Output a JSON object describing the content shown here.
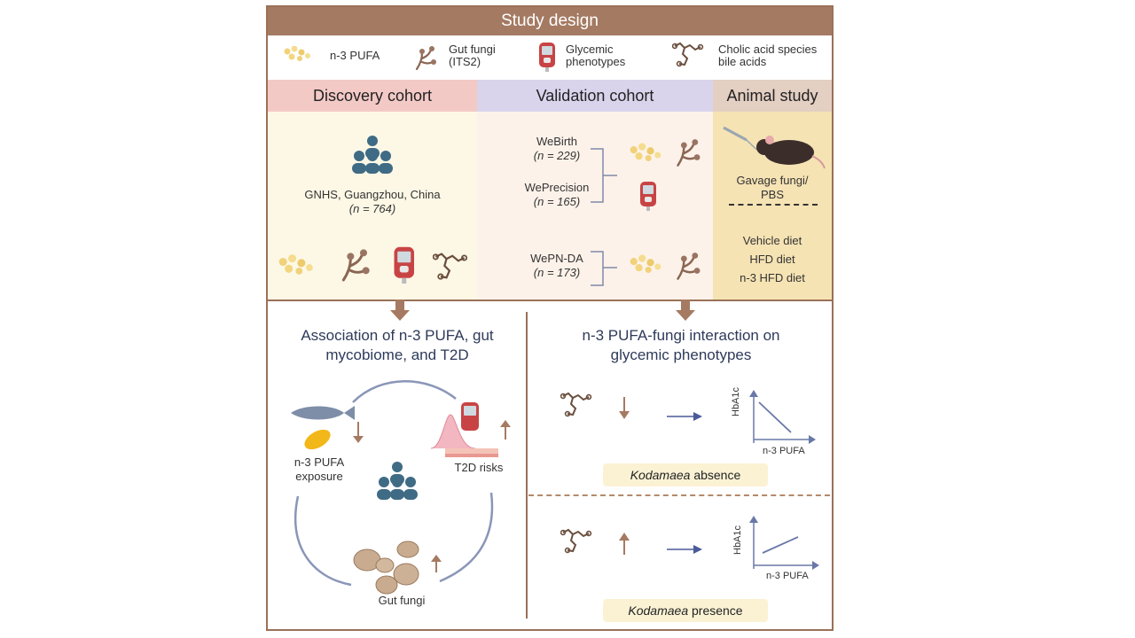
{
  "title": "Study design",
  "legend": {
    "items": [
      {
        "label": "n-3 PUFA"
      },
      {
        "label": "Gut fungi\n(ITS2)"
      },
      {
        "label": "Glycemic\nphenotypes"
      },
      {
        "label": "Cholic acid species\nbile acids"
      }
    ]
  },
  "discovery": {
    "header": "Discovery cohort",
    "site": "GNHS, Guangzhou, China",
    "n": "(n = 764)"
  },
  "validation": {
    "header": "Validation cohort",
    "cohorts": [
      {
        "name": "WeBirth",
        "n": "(n = 229)"
      },
      {
        "name": "WePrecision",
        "n": "(n = 165)"
      },
      {
        "name": "WePN-DA",
        "n": "(n = 173)"
      }
    ]
  },
  "animal": {
    "header": "Animal study",
    "gavage": "Gavage fungi/\nPBS",
    "diets": [
      "Vehicle diet",
      "HFD diet",
      "n-3 HFD diet"
    ]
  },
  "association": {
    "title": "Association of n-3 PUFA, gut\nmycobiome, and T2D",
    "exposure": "n-3 PUFA\nexposure",
    "t2d": "T2D risks",
    "fungi": "Gut fungi"
  },
  "interaction": {
    "title": "n-3 PUFA-fungi interaction on\nglycemic phenotypes",
    "panels": [
      {
        "ylabel": "HbA1c",
        "xlabel": "n-3 PUFA",
        "kod_species": "Kodamaea",
        "kod_state": " absence"
      },
      {
        "ylabel": "HbA1c",
        "xlabel": "n-3 PUFA",
        "kod_species": "Kodamaea",
        "kod_state": " presence"
      }
    ]
  },
  "colors": {
    "title_bar": "#a47a62",
    "discovery": "#f3c9c6",
    "validation": "#d9d4ec",
    "animal": "#e4cfc3",
    "arrow_brown": "#a67a62",
    "arrow_blue": "#4a5a9a",
    "people": "#3f6b85"
  }
}
